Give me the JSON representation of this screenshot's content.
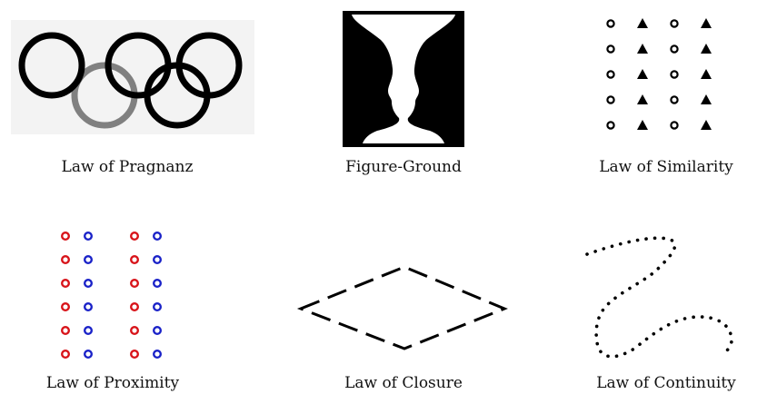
{
  "figures": [
    {
      "key": "pragnanz",
      "caption": "Law of Pragnanz",
      "colors": {
        "ring": "#000000",
        "ring_gray": "#808080",
        "bg": "#f2f2f2"
      }
    },
    {
      "key": "figure_ground",
      "caption": "Figure-Ground",
      "colors": {
        "dark": "#000000",
        "light": "#ffffff"
      }
    },
    {
      "key": "similarity",
      "caption": "Law of Similarity",
      "colors": {
        "marks": "#000000"
      }
    },
    {
      "key": "proximity",
      "caption": "Law of Proximity",
      "colors": {
        "red": "#d8141a",
        "blue": "#1a22c8"
      }
    },
    {
      "key": "closure",
      "caption": "Law of Closure",
      "colors": {
        "stroke": "#000000"
      }
    },
    {
      "key": "continuity",
      "caption": "Law of Continuity",
      "colors": {
        "dots": "#000000"
      }
    }
  ]
}
